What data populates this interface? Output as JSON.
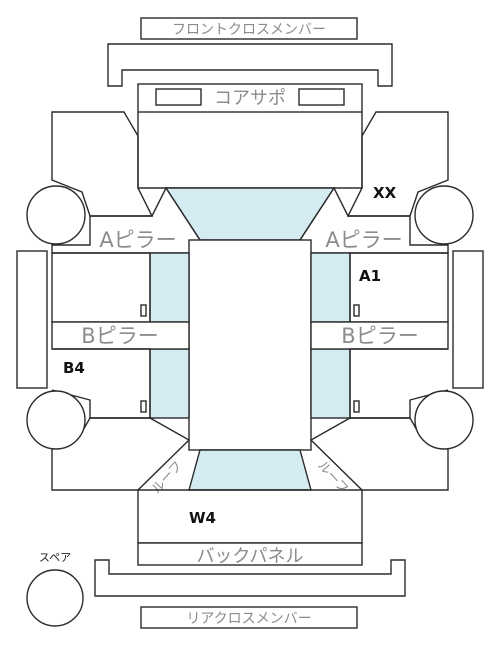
{
  "labels": {
    "front_cross_member": "フロントクロスメンバー",
    "core_support": "コアサポ",
    "a_pillar_left": "Aピラー",
    "a_pillar_right": "Aピラー",
    "b_pillar_left": "Bピラー",
    "b_pillar_right": "Bピラー",
    "back_panel": "バックパネル",
    "rear_cross_member": "リアクロスメンバー",
    "spare": "スペア",
    "roof_left": "ルーフ",
    "roof_right": "ルーフ"
  },
  "markers": {
    "xx": "XX",
    "a1": "A1",
    "b4": "B4",
    "w4": "W4"
  },
  "colors": {
    "glass": "#d4ecf1",
    "line": "#2b2b2b",
    "label_gray": "#8c8c8c"
  }
}
